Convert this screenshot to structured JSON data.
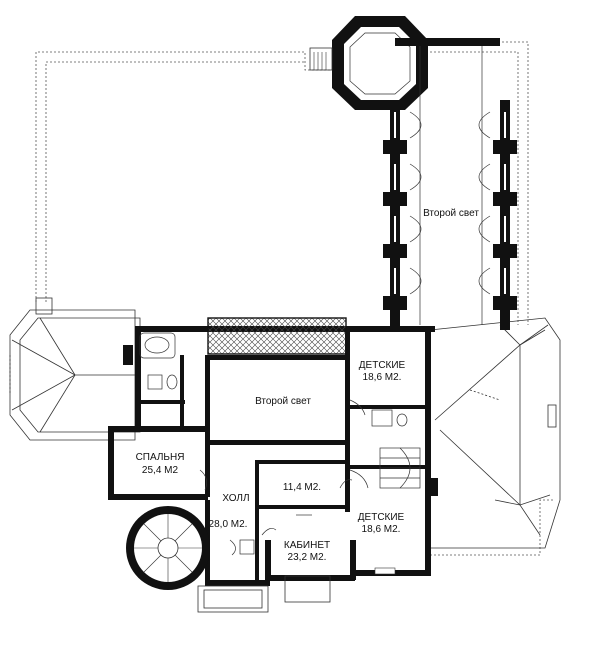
{
  "plan": {
    "rooms": [
      {
        "name": "СПАЛЬНЯ",
        "area": "25,4 М2"
      },
      {
        "name": "ХОЛЛ",
        "area": "28,0 М2."
      },
      {
        "name": "КАБИНЕТ",
        "area": "23,2 М2."
      },
      {
        "name": "ДЕТСКИЕ",
        "area": "18,6 М2."
      },
      {
        "name": "ДЕТСКИЕ",
        "area": "18,6 М2."
      }
    ],
    "small_area": "11,4 М2.",
    "void_center": "Второй свет",
    "void_gallery": "Второй свет"
  }
}
